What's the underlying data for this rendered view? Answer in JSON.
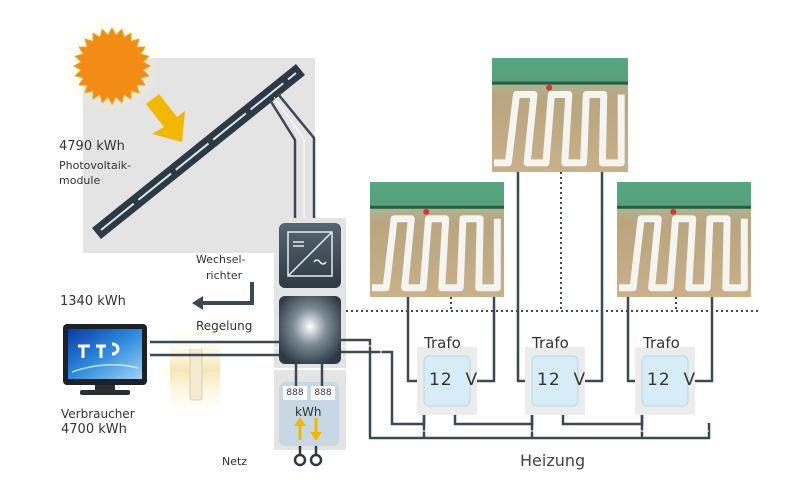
{
  "pv": {
    "energy": "4790 kWh",
    "label_line1": "Photovoltaik-",
    "label_line2": "module"
  },
  "inverter": {
    "label_line1": "Wechsel-",
    "label_line2": "richter"
  },
  "control": {
    "energy": "1340 kWh",
    "label": "Regelung"
  },
  "consumer": {
    "label": "Verbraucher",
    "energy": "4700 kWh"
  },
  "meter": {
    "digits_left": "888",
    "digits_right": "888",
    "unit": "kWh"
  },
  "grid": {
    "label": "Netz"
  },
  "transformers": [
    {
      "label": "Trafo",
      "value": "12  V"
    },
    {
      "label": "Trafo",
      "value": "12  V"
    },
    {
      "label": "Trafo",
      "value": "12  V"
    }
  ],
  "heating": {
    "label": "Heizung"
  },
  "colors": {
    "cable": "#3a4a55",
    "trafo_fill": "#d6ecf7",
    "panel": "#2b3a45",
    "sun": "#f28c14",
    "arrow": "#f2b800",
    "floor_green": "#2f8d63"
  }
}
